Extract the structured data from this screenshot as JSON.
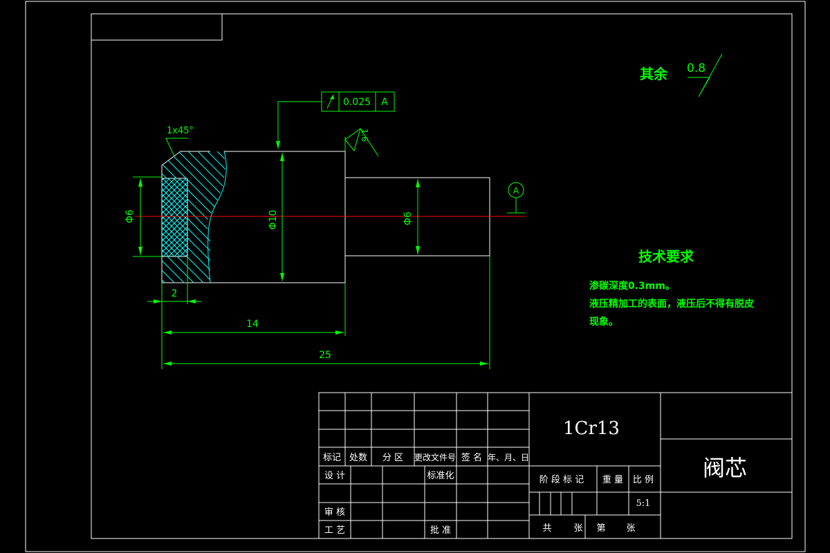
{
  "roughness": {
    "other_label": "其余",
    "other_value": "0.8",
    "surface_value": "1.6"
  },
  "tolerance": {
    "symbol": "↗",
    "value": "0.025",
    "datum": "A"
  },
  "datum_label": "A",
  "dimensions": {
    "chamfer": "1x45°",
    "bore_dia": "Φ6",
    "main_dia": "Φ10",
    "stem_dia": "Φ6",
    "chamfer_len": "2",
    "shoulder_len": "14",
    "total_len": "25"
  },
  "tech_requirements": {
    "title": "技术要求",
    "lines": [
      "渗碳深度0.3mm。",
      "液压精加工的表面，液压后不得有脱皮",
      "现象。"
    ]
  },
  "title_block": {
    "material": "1Cr13",
    "part_name": "阀芯",
    "headers": {
      "mark": "标记",
      "count": "处数",
      "zone": "分 区",
      "doc_no": "更改文件号",
      "sign": "签 名",
      "date": "年、月、日"
    },
    "design": "设 计",
    "standardize": "标准化",
    "review": "审 核",
    "process": "工 艺",
    "approve": "批 准",
    "stage_mark": "阶 段 标 记",
    "weight": "重 量",
    "scale_label": "比 例",
    "scale_value": "5:1",
    "sheets_total": "共",
    "sheets_unit1": "张",
    "sheet_no": "第",
    "sheets_unit2": "张"
  }
}
